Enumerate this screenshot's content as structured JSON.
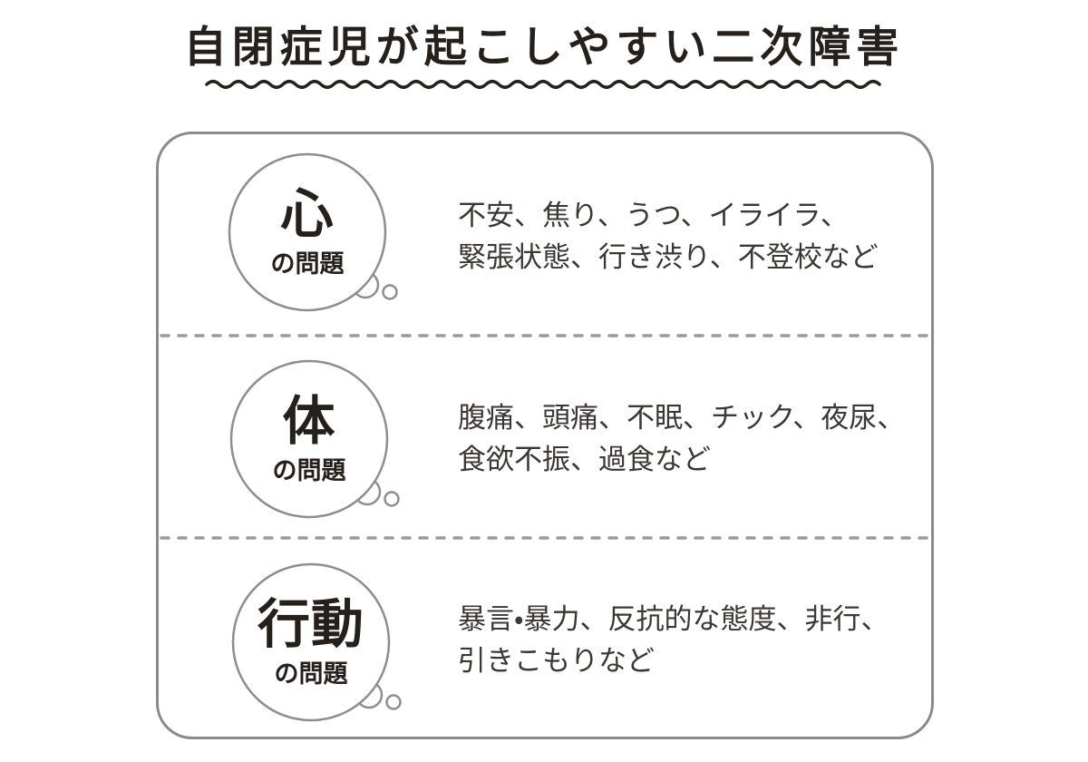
{
  "title": {
    "text": "自閉症児が起こしやすい二次障害"
  },
  "sections": [
    {
      "bubble": {
        "label": "心",
        "sub": "の問題"
      },
      "description": [
        "不安、焦り、うつ、イライラ、",
        "緊張状態、行き渋り、不登校など"
      ]
    },
    {
      "bubble": {
        "label": "体",
        "sub": "の問題"
      },
      "description": [
        "腹痛、頭痛、不眠、チック、夜尿、",
        "食欲不振、過食など"
      ]
    },
    {
      "bubble": {
        "label": "行動",
        "sub": "の問題"
      },
      "description": [
        "暴言・暴力、反抗的な態度、非行、",
        "引きこもりなど"
      ]
    }
  ],
  "colors": {
    "background": "#ffffff",
    "title_text": "#25201c",
    "body_text": "#3b3733",
    "panel_border": "#8a8a8a",
    "bubble_border": "#8e8e8e",
    "separator_dots": "#9a9a9a"
  }
}
